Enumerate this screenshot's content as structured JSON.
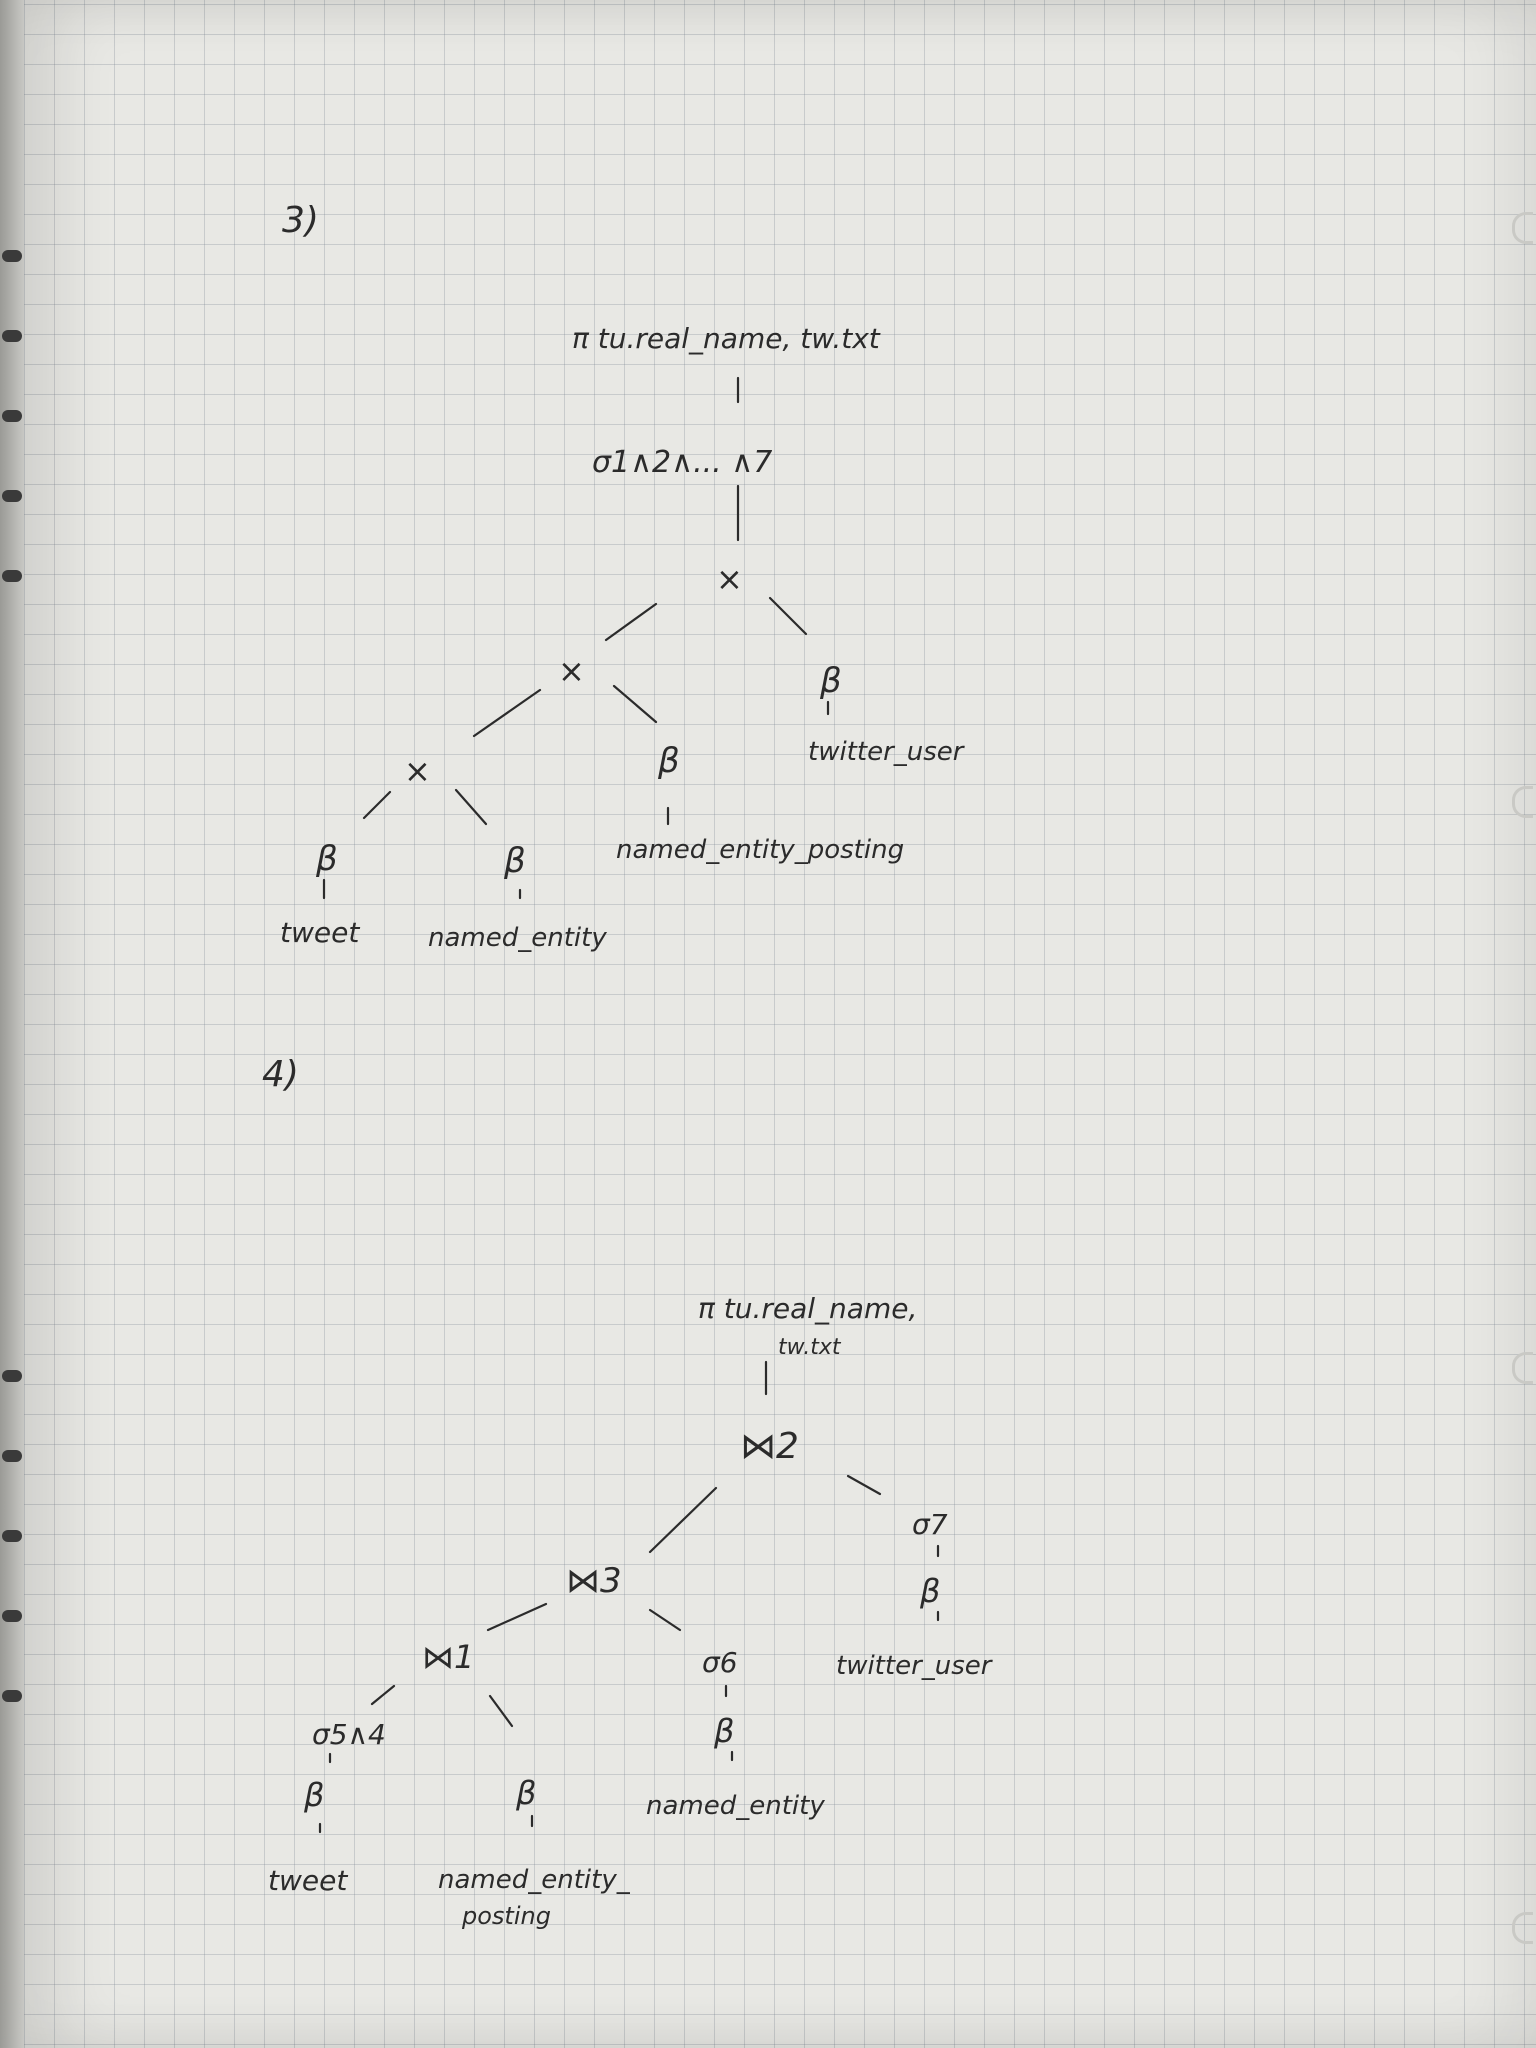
{
  "section3": {
    "label": "3)",
    "projection": "π tu.real_name, tw.txt",
    "selection": "σ1∧2∧... ∧7",
    "cross_top": "×",
    "cross_mid": "×",
    "cross_low": "×",
    "rel_twitter_user": "twitter_user",
    "rel_nep": "named_entity_posting",
    "rel_tweet": "tweet",
    "rel_named_entity": "named_entity",
    "scan": "β"
  },
  "section4": {
    "label": "4)",
    "projection_line1": "π tu.real_name,",
    "projection_line2": "tw.txt",
    "join2": "⋈2",
    "join3": "⋈3",
    "join1": "⋈1",
    "sel7": "σ7",
    "sel6": "σ6",
    "sel54": "σ5∧4",
    "rel_twitter_user": "twitter_user",
    "rel_named_entity": "named_entity",
    "rel_tweet": "tweet",
    "rel_nep_line1": "named_entity_",
    "rel_nep_line2": "posting",
    "scan": "β"
  }
}
